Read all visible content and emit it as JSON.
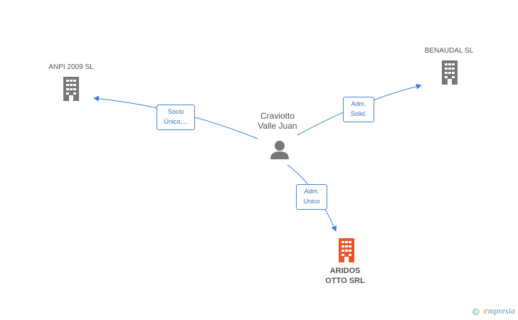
{
  "nodes": {
    "anpi": {
      "label": "ANPI 2009 SL",
      "icon": "building-icon",
      "color": "#777777"
    },
    "benaudal": {
      "label": "BENAUDAL  SL",
      "icon": "building-icon",
      "color": "#777777"
    },
    "person": {
      "line1": "Craviotto",
      "line2": "Valle Juan",
      "icon": "person-icon",
      "color": "#777777"
    },
    "aridos": {
      "line1": "ARIDOS",
      "line2": "OTTO SRL",
      "icon": "building-icon",
      "color": "#e8562a"
    }
  },
  "edges": {
    "to_anpi": {
      "line1": "Socio",
      "line2": "Único,..."
    },
    "to_benaudal": {
      "line1": "Adm.",
      "line2": "Solid."
    },
    "to_aridos": {
      "line1": "Adm.",
      "line2": "Unico"
    }
  },
  "colors": {
    "edge": "#3f7fd9"
  },
  "watermark": {
    "copyright": "©",
    "brand_first": "e",
    "brand_rest": "mpresia"
  }
}
